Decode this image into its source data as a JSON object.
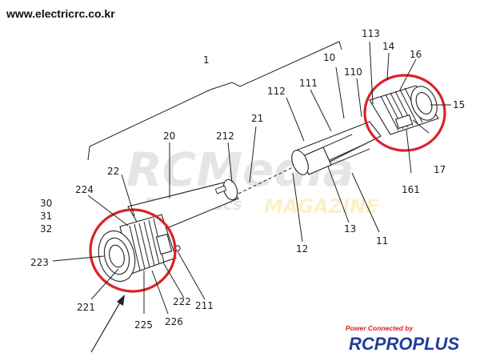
{
  "site_url": "www.electricrc.co.kr",
  "watermark": {
    "main": "RCMedia",
    "sub": "RCmaniacs",
    "magazine": "MAGAZINE"
  },
  "brand": {
    "tagline": "Power Connected by",
    "name": "RCPROPLUS",
    "tag_color": "#d81f26",
    "name_color": "#1f3d9b"
  },
  "highlight_color": "#d9232a",
  "part_labels": {
    "p1": "1",
    "p10": "10",
    "p11": "11",
    "p12": "12",
    "p13": "13",
    "p14": "14",
    "p15": "15",
    "p16": "16",
    "p17": "17",
    "p20": "20",
    "p21": "21",
    "p22": "22",
    "p30": "30",
    "p31": "31",
    "p32": "32",
    "p110": "110",
    "p111": "111",
    "p112": "112",
    "p113": "113",
    "p161": "161",
    "p211": "211",
    "p212": "212",
    "p221": "221",
    "p222": "222",
    "p223": "223",
    "p224": "224",
    "p225": "225",
    "p226": "226"
  }
}
